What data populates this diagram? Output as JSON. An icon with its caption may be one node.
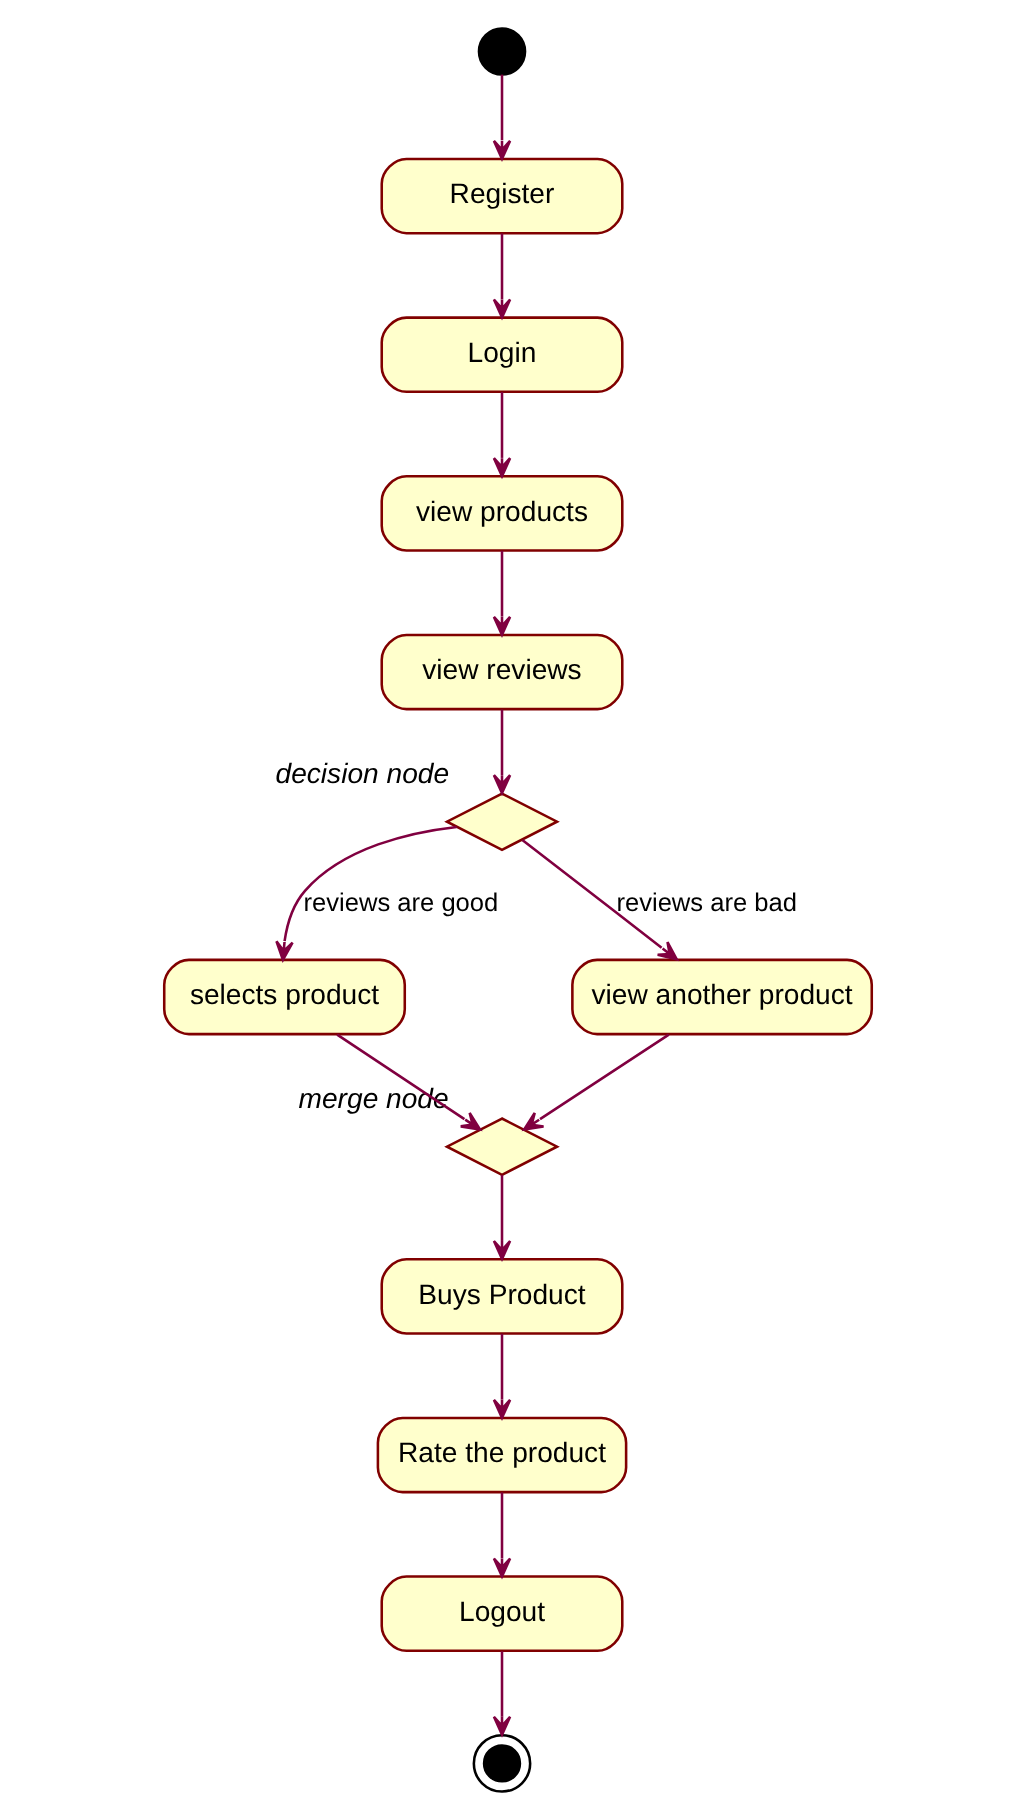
{
  "diagram": {
    "nodes": [
      {
        "text": [],
        "shape": "circle"
      },
      {
        "text": [
          "Register"
        ]
      },
      {
        "text": [
          "Login"
        ]
      },
      {
        "text": [
          "view products"
        ]
      },
      {
        "text": [
          "view reviews"
        ]
      },
      {
        "text": [],
        "shape": "diamond",
        "beside": [
          "decision node"
        ]
      },
      {
        "text": [
          "selects product"
        ]
      },
      {
        "text": [
          "view another product"
        ]
      },
      {
        "text": [],
        "shape": "diamond",
        "beside": [
          "merge node"
        ]
      },
      {
        "text": [
          "Buys Product"
        ]
      },
      {
        "text": [
          "Rate the product"
        ]
      },
      {
        "text": [
          "Logout"
        ]
      },
      {
        "text": [],
        "shape": "bullseye"
      }
    ],
    "edges": [
      {
        "from": 0,
        "to": 1,
        "arrow": "to"
      },
      {
        "from": 1,
        "to": 2,
        "arrow": "to"
      },
      {
        "from": 2,
        "to": 3,
        "arrow": "to"
      },
      {
        "from": 3,
        "to": 4,
        "arrow": "to"
      },
      {
        "from": 4,
        "to": 5,
        "arrow": "to"
      },
      {
        "from": 5,
        "to": 6,
        "arrow": "to",
        "label": "reviews are good"
      },
      {
        "from": 5,
        "to": 7,
        "arrow": "to",
        "label": "reviews are bad"
      },
      {
        "from": 6,
        "to": 8,
        "arrow": "to"
      },
      {
        "from": 7,
        "to": 8,
        "arrow": "to"
      },
      {
        "from": 8,
        "to": 9,
        "arrow": "to"
      },
      {
        "from": 9,
        "to": 10,
        "arrow": "to"
      },
      {
        "from": 10,
        "to": 11,
        "arrow": "to"
      },
      {
        "from": 11,
        "to": 12,
        "arrow": "to"
      }
    ]
  }
}
